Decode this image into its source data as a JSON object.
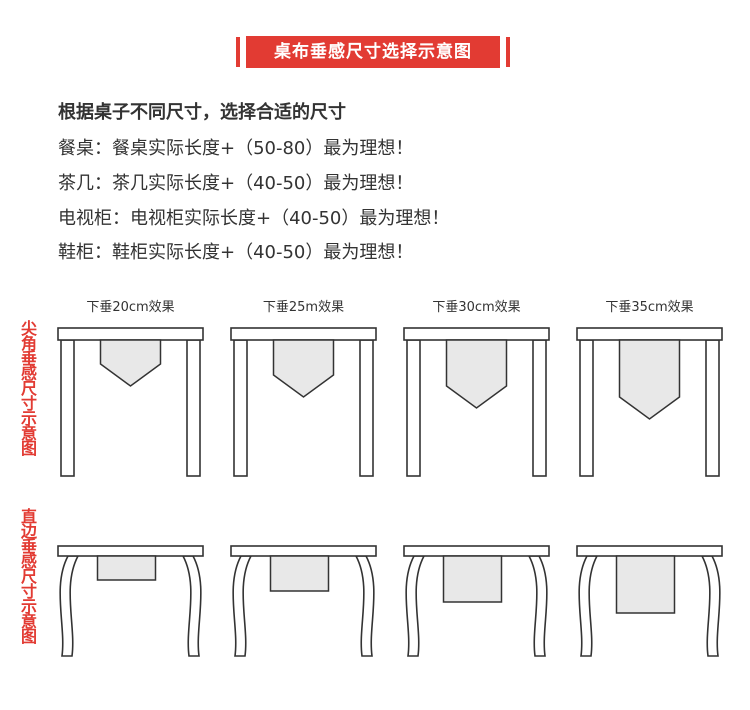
{
  "header": {
    "title": "桌布垂感尺寸选择示意图"
  },
  "intro": "根据桌子不同尺寸，选择合适的尺寸",
  "rules": [
    "餐桌：餐桌实际长度+（50-80）最为理想！",
    "茶几：茶几实际长度+（40-50）最为理想！",
    "电视柜：电视柜实际长度+（40-50）最为理想！",
    "鞋柜：鞋柜实际长度+（40-50）最为理想！"
  ],
  "side_labels": {
    "pointed": "尖角垂感尺寸示意图",
    "straight": "直边垂感尺寸示意图"
  },
  "panels": [
    {
      "label": "下垂20cm效果",
      "drop": 20
    },
    {
      "label": "下垂25m效果",
      "drop": 25
    },
    {
      "label": "下垂30cm效果",
      "drop": 30
    },
    {
      "label": "下垂35cm效果",
      "drop": 35
    }
  ],
  "colors": {
    "accent": "#e23b33",
    "runner_fill": "#e8e8e8",
    "line": "#333333"
  }
}
